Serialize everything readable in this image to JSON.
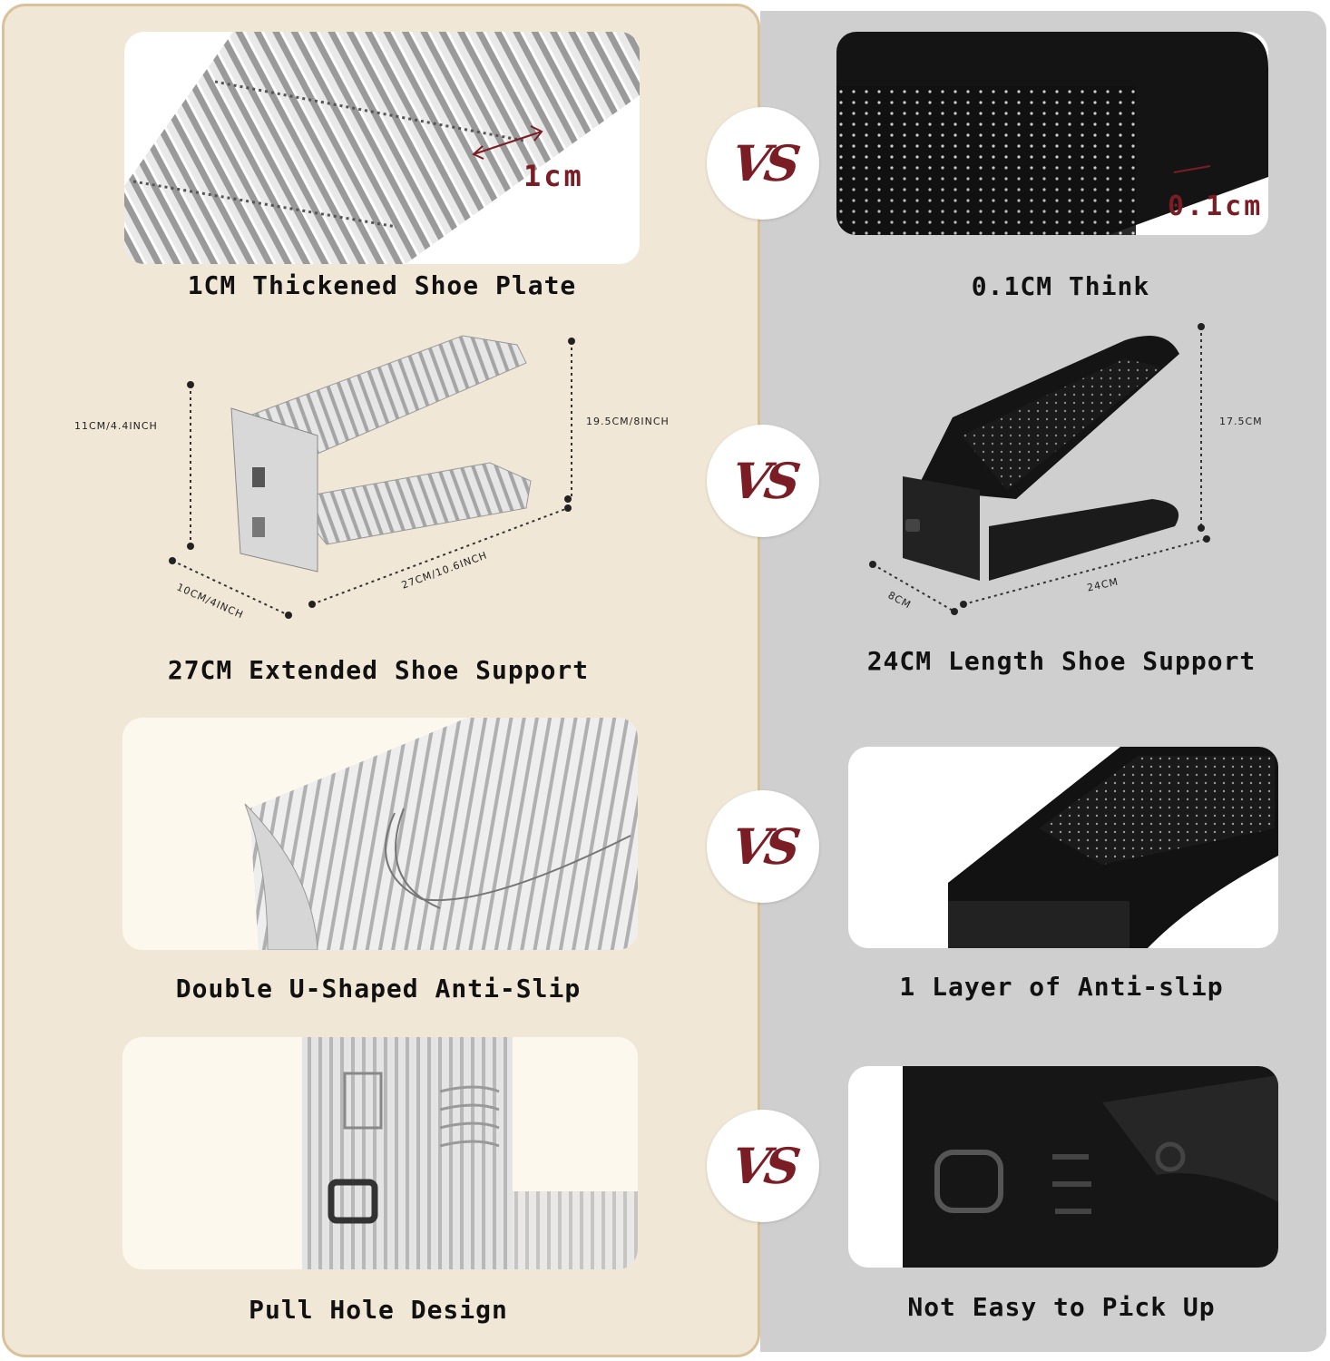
{
  "colors": {
    "left_panel_bg": "#f1e7d6",
    "left_panel_border": "#d9c29a",
    "right_panel_bg": "#cfcfcf",
    "vs_text": "#7a1d24",
    "measure_text": "#7a1d24"
  },
  "vs_label": "VS",
  "rows": [
    {
      "left": {
        "caption": "1CM Thickened Shoe Plate",
        "measure": "1cm"
      },
      "right": {
        "caption": "0.1CM Think",
        "measure": "0.1cm"
      }
    },
    {
      "left": {
        "caption": "27CM Extended Shoe Support",
        "dims": {
          "height": "11CM/4.4INCH",
          "total_height": "19.5CM/8INCH",
          "width": "10CM/4INCH",
          "length": "27CM/10.6INCH"
        }
      },
      "right": {
        "caption": "24CM Length Shoe Support",
        "dims": {
          "height": "17.5CM",
          "width": "8CM",
          "length": "24CM"
        }
      }
    },
    {
      "left": {
        "caption": "Double U-Shaped Anti-Slip"
      },
      "right": {
        "caption": "1 Layer of Anti-slip"
      }
    },
    {
      "left": {
        "caption": "Pull Hole Design"
      },
      "right": {
        "caption": "Not Easy to Pick Up"
      }
    }
  ]
}
